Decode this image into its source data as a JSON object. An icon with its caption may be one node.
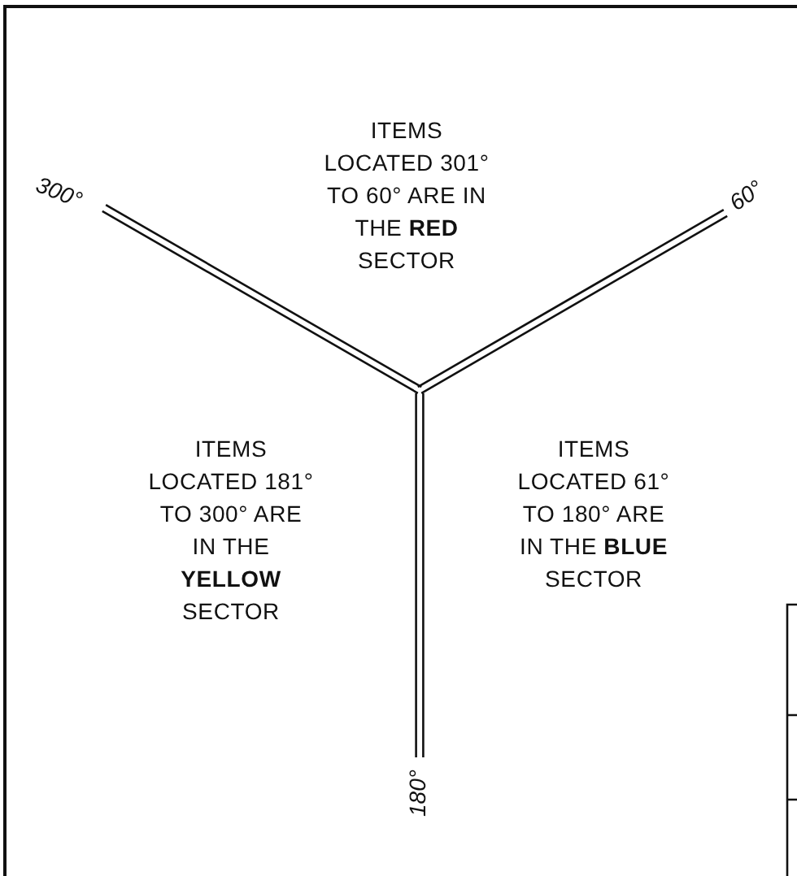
{
  "diagram": {
    "labels": [
      "300°",
      "ITEMS LOCATED 301° TO 60° ARE IN THE **RED** SECTOR",
      "60°",
      "ITEMS LOCATED 181° TO 300° ARE IN THE **YELLOW** SECTOR",
      "ITEMS LOCATED 61° TO 180° ARE IN THE **BLUE** SECTOR",
      "180°"
    ]
  }
}
